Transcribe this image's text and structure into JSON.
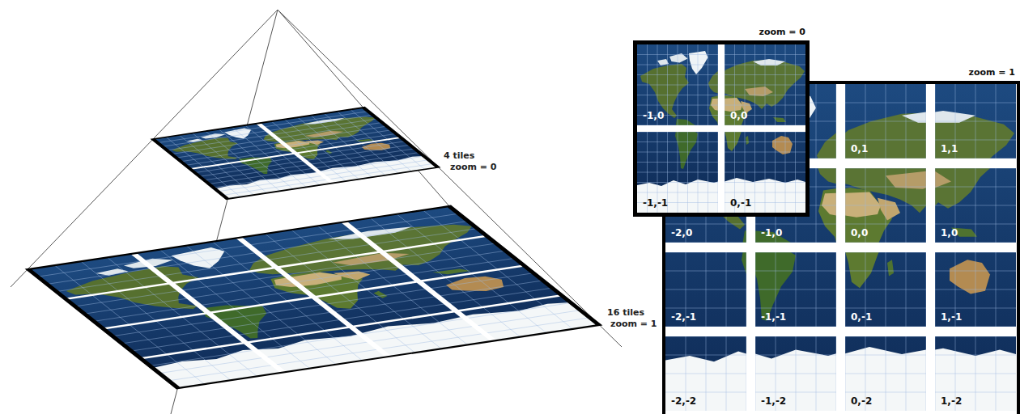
{
  "diagram": {
    "nodes": [
      {
        "text": [
          "zoom = 0"
        ]
      },
      {
        "text": [
          "-1,0"
        ],
        "in": 0
      },
      {
        "text": [
          "0,0"
        ],
        "in": 0
      },
      {
        "text": [
          "-1,-1"
        ],
        "in": 0
      },
      {
        "text": [
          "0,-1"
        ],
        "in": 0
      },
      {
        "text": [
          "zoom = 1"
        ]
      },
      {
        "text": [
          "0,1"
        ],
        "in": 5
      },
      {
        "text": [
          "1,1"
        ],
        "in": 5
      },
      {
        "text": [
          "-2,0"
        ],
        "in": 5
      },
      {
        "text": [
          "-1,0"
        ],
        "in": 5
      },
      {
        "text": [
          "0,0"
        ],
        "in": 5
      },
      {
        "text": [
          "1,0"
        ],
        "in": 5
      },
      {
        "text": [
          "-2,-1"
        ],
        "in": 5
      },
      {
        "text": [
          "-1,-1"
        ],
        "in": 5
      },
      {
        "text": [
          "0,-1"
        ],
        "in": 5
      },
      {
        "text": [
          "1,-1"
        ],
        "in": 5
      },
      {
        "text": [
          "-2,-2"
        ],
        "in": 5
      },
      {
        "text": [
          "-1,-2"
        ],
        "in": 5
      },
      {
        "text": [
          "0,-2"
        ],
        "in": 5
      },
      {
        "text": [
          "1,-2"
        ],
        "in": 5
      }
    ],
    "labels": [
      "4 tiles",
      "zoom = 0",
      "16 tiles",
      "zoom = 1"
    ]
  }
}
